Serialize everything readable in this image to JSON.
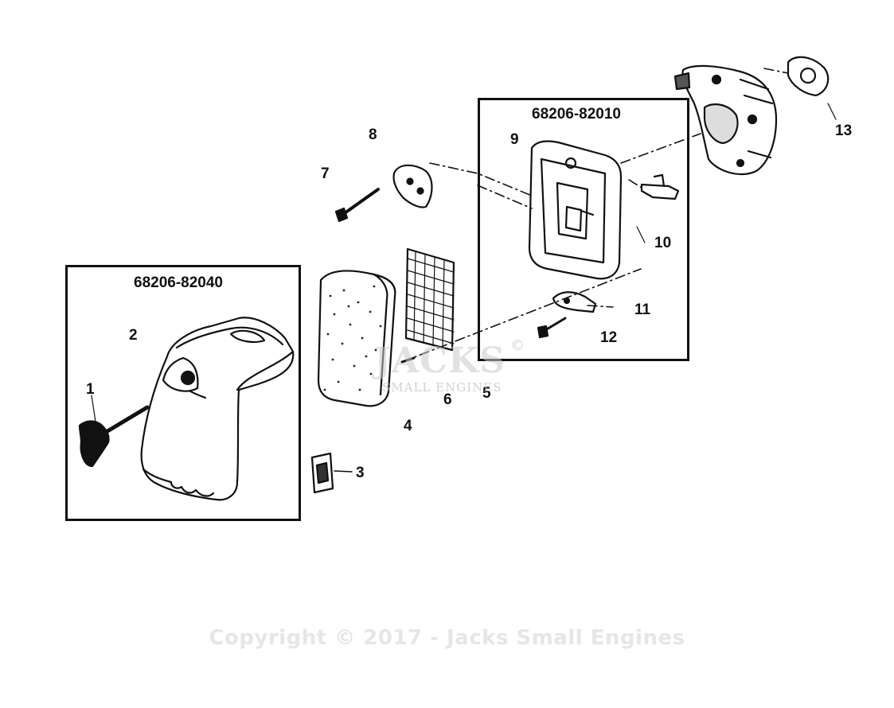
{
  "kits": {
    "left_kit_number": "68206-82040",
    "right_kit_number": "68206-82010"
  },
  "callouts": {
    "c1": "1",
    "c2": "2",
    "c3": "3",
    "c4": "4",
    "c5": "5",
    "c6": "6",
    "c7": "7",
    "c8": "8",
    "c9": "9",
    "c10": "10",
    "c11": "11",
    "c12": "12",
    "c13": "13"
  },
  "watermark": {
    "brand": "JACKS",
    "sub": "SMALL ENGINES",
    "mark": "©"
  },
  "footer": {
    "copyright": "Copyright © 2017 - Jacks Small Engines"
  },
  "colors": {
    "ink": "#111111",
    "watermark": "#e6e6e6"
  }
}
